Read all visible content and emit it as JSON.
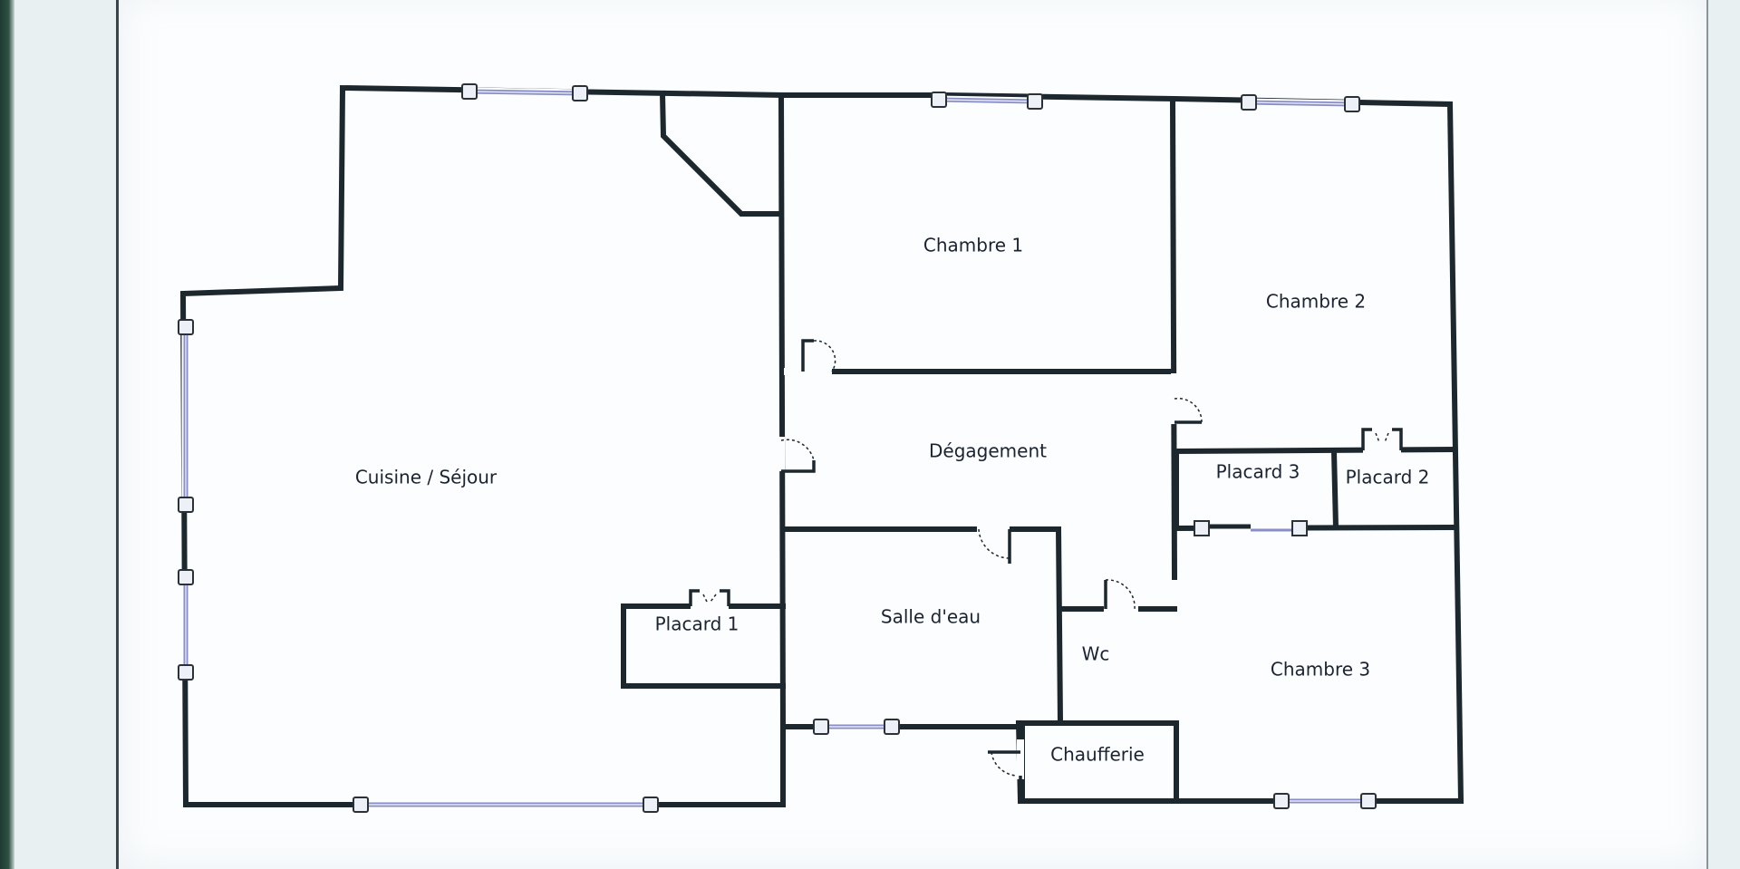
{
  "floorplan": {
    "rooms": {
      "cuisine_sejour": "Cuisine / Séjour",
      "chambre_1": "Chambre 1",
      "chambre_2": "Chambre 2",
      "chambre_3": "Chambre 3",
      "degagement": "Dégagement",
      "placard_1": "Placard 1",
      "placard_2": "Placard 2",
      "placard_3": "Placard 3",
      "salle_deau": "Salle d'eau",
      "wc": "Wc",
      "chaufferie": "Chaufferie"
    },
    "colors": {
      "wall": "#1d272e",
      "window": "#8a8ec8",
      "paper": "#fbfdfe",
      "label": "#1b2330"
    }
  }
}
